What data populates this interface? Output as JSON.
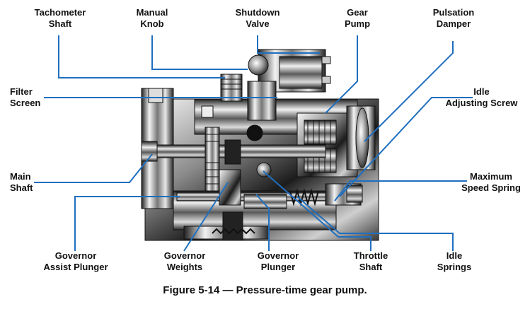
{
  "labels": {
    "tachometer_shaft": "Tachometer\nShaft",
    "manual_knob": "Manual\nKnob",
    "shutdown_valve": "Shutdown\nValve",
    "gear_pump": "Gear\nPump",
    "pulsation_damper": "Pulsation\nDamper",
    "filter_screen": "Filter\nScreen",
    "idle_adjusting_screw": "Idle\nAdjusting Screw",
    "main_shaft": "Main\nShaft",
    "maximum_speed_spring": "Maximum\nSpeed Spring",
    "governor_assist_plunger": "Governor\nAssist Plunger",
    "governor_weights": "Governor\nWeights",
    "governor_plunger": "Governor\nPlunger",
    "throttle_shaft": "Throttle\nShaft",
    "idle_springs": "Idle\nSprings"
  },
  "caption": "Figure 5-14 — Pressure-time gear pump.",
  "colors": {
    "leader_line": "#1f6fbf",
    "metal_dark": "#2b2b2b",
    "metal_light": "#e8e8e8"
  }
}
